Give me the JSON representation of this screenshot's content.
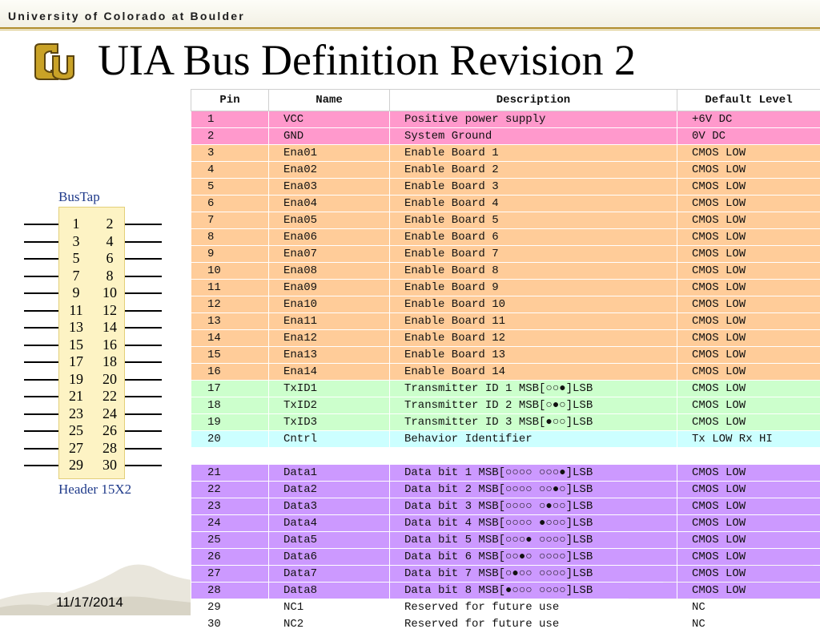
{
  "header": {
    "university": "University of Colorado at Boulder",
    "title": "UIA Bus Definition Revision 2"
  },
  "footer": {
    "date": "11/17/2014"
  },
  "diagram": {
    "title": "BusTap",
    "caption": "Header 15X2",
    "pins": [
      [
        "1",
        "2"
      ],
      [
        "3",
        "4"
      ],
      [
        "5",
        "6"
      ],
      [
        "7",
        "8"
      ],
      [
        "9",
        "10"
      ],
      [
        "11",
        "12"
      ],
      [
        "13",
        "14"
      ],
      [
        "15",
        "16"
      ],
      [
        "17",
        "18"
      ],
      [
        "19",
        "20"
      ],
      [
        "21",
        "22"
      ],
      [
        "23",
        "24"
      ],
      [
        "25",
        "26"
      ],
      [
        "27",
        "28"
      ],
      [
        "29",
        "30"
      ]
    ]
  },
  "colors": {
    "power": "#ff99cc",
    "enable": "#ffcc99",
    "txid": "#ccffcc",
    "control": "#ccffff",
    "data": "#cc99ff",
    "reserved": "#ffffff",
    "gap": "#ffffff"
  },
  "table": {
    "columns": [
      "Pin",
      "Name",
      "Description",
      "Default Level"
    ],
    "rows": [
      {
        "pin": "1",
        "name": "VCC",
        "desc": "Positive power supply",
        "level": "+6V DC",
        "group": "power"
      },
      {
        "pin": "2",
        "name": "GND",
        "desc": "System Ground",
        "level": "0V DC",
        "group": "power"
      },
      {
        "pin": "3",
        "name": "Ena01",
        "desc": "Enable Board 1",
        "level": "CMOS LOW",
        "group": "enable"
      },
      {
        "pin": "4",
        "name": "Ena02",
        "desc": "Enable Board 2",
        "level": "CMOS LOW",
        "group": "enable"
      },
      {
        "pin": "5",
        "name": "Ena03",
        "desc": "Enable Board 3",
        "level": "CMOS LOW",
        "group": "enable"
      },
      {
        "pin": "6",
        "name": "Ena04",
        "desc": "Enable Board 4",
        "level": "CMOS LOW",
        "group": "enable"
      },
      {
        "pin": "7",
        "name": "Ena05",
        "desc": "Enable Board 5",
        "level": "CMOS LOW",
        "group": "enable"
      },
      {
        "pin": "8",
        "name": "Ena06",
        "desc": "Enable Board 6",
        "level": "CMOS LOW",
        "group": "enable"
      },
      {
        "pin": "9",
        "name": "Ena07",
        "desc": "Enable Board 7",
        "level": "CMOS LOW",
        "group": "enable"
      },
      {
        "pin": "10",
        "name": "Ena08",
        "desc": "Enable Board 8",
        "level": "CMOS LOW",
        "group": "enable"
      },
      {
        "pin": "11",
        "name": "Ena09",
        "desc": "Enable Board 9",
        "level": "CMOS LOW",
        "group": "enable"
      },
      {
        "pin": "12",
        "name": "Ena10",
        "desc": "Enable Board 10",
        "level": "CMOS LOW",
        "group": "enable"
      },
      {
        "pin": "13",
        "name": "Ena11",
        "desc": "Enable Board 11",
        "level": "CMOS LOW",
        "group": "enable"
      },
      {
        "pin": "14",
        "name": "Ena12",
        "desc": "Enable Board 12",
        "level": "CMOS LOW",
        "group": "enable"
      },
      {
        "pin": "15",
        "name": "Ena13",
        "desc": "Enable Board 13",
        "level": "CMOS LOW",
        "group": "enable"
      },
      {
        "pin": "16",
        "name": "Ena14",
        "desc": "Enable Board 14",
        "level": "CMOS LOW",
        "group": "enable"
      },
      {
        "pin": "17",
        "name": "TxID1",
        "desc": "Transmitter ID 1 MSB[○○●]LSB",
        "level": "CMOS LOW",
        "group": "txid"
      },
      {
        "pin": "18",
        "name": "TxID2",
        "desc": "Transmitter ID 2 MSB[○●○]LSB",
        "level": "CMOS LOW",
        "group": "txid"
      },
      {
        "pin": "19",
        "name": "TxID3",
        "desc": "Transmitter ID 3 MSB[●○○]LSB",
        "level": "CMOS LOW",
        "group": "txid"
      },
      {
        "pin": "20",
        "name": "Cntrl",
        "desc": "Behavior Identifier",
        "level": "Tx LOW Rx HI",
        "group": "control"
      },
      {
        "pin": "",
        "name": "",
        "desc": "",
        "level": "",
        "group": "gap"
      },
      {
        "pin": "21",
        "name": "Data1",
        "desc": "Data bit 1 MSB[○○○○ ○○○●]LSB",
        "level": "CMOS LOW",
        "group": "data"
      },
      {
        "pin": "22",
        "name": "Data2",
        "desc": "Data bit 2 MSB[○○○○ ○○●○]LSB",
        "level": "CMOS LOW",
        "group": "data"
      },
      {
        "pin": "23",
        "name": "Data3",
        "desc": "Data bit 3 MSB[○○○○ ○●○○]LSB",
        "level": "CMOS LOW",
        "group": "data"
      },
      {
        "pin": "24",
        "name": "Data4",
        "desc": "Data bit 4 MSB[○○○○ ●○○○]LSB",
        "level": "CMOS LOW",
        "group": "data"
      },
      {
        "pin": "25",
        "name": "Data5",
        "desc": "Data bit 5 MSB[○○○● ○○○○]LSB",
        "level": "CMOS LOW",
        "group": "data"
      },
      {
        "pin": "26",
        "name": "Data6",
        "desc": "Data bit 6 MSB[○○●○ ○○○○]LSB",
        "level": "CMOS LOW",
        "group": "data"
      },
      {
        "pin": "27",
        "name": "Data7",
        "desc": "Data bit 7 MSB[○●○○ ○○○○]LSB",
        "level": "CMOS LOW",
        "group": "data"
      },
      {
        "pin": "28",
        "name": "Data8",
        "desc": "Data bit 8 MSB[●○○○ ○○○○]LSB",
        "level": "CMOS LOW",
        "group": "data"
      },
      {
        "pin": "29",
        "name": "NC1",
        "desc": "Reserved for future use",
        "level": "NC",
        "group": "reserved"
      },
      {
        "pin": "30",
        "name": "NC2",
        "desc": "Reserved for future use",
        "level": "NC",
        "group": "reserved"
      }
    ]
  }
}
